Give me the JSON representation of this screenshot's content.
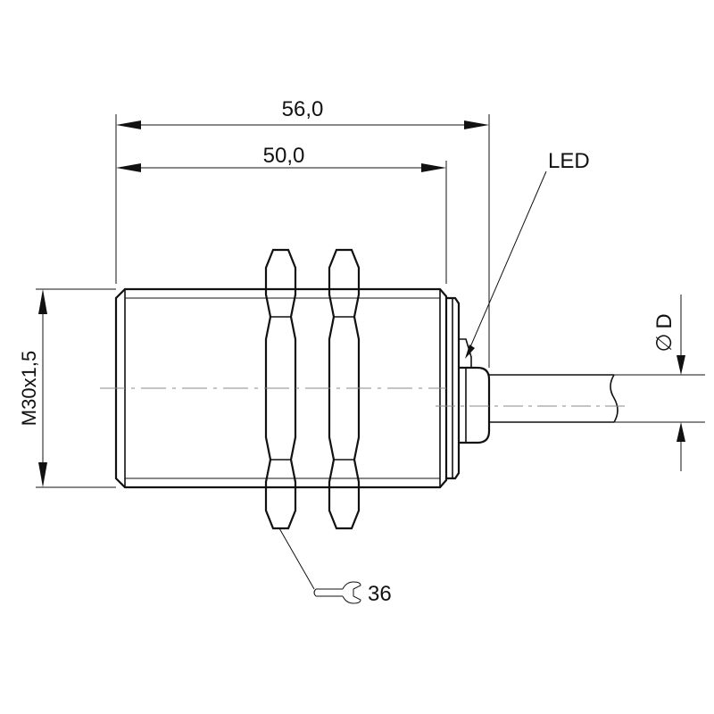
{
  "dimensions": {
    "overall_length": "56,0",
    "body_length": "50,0",
    "thread": "M30x1,5",
    "cable_diameter": "D",
    "diameter_symbol": "∅",
    "wrench_size": "36"
  },
  "labels": {
    "led": "LED"
  },
  "icons": {
    "wrench": "wrench-icon",
    "diameter": "diameter-symbol-icon"
  },
  "colors": {
    "line": "#111111",
    "centerline": "#888888",
    "background": "#ffffff"
  }
}
